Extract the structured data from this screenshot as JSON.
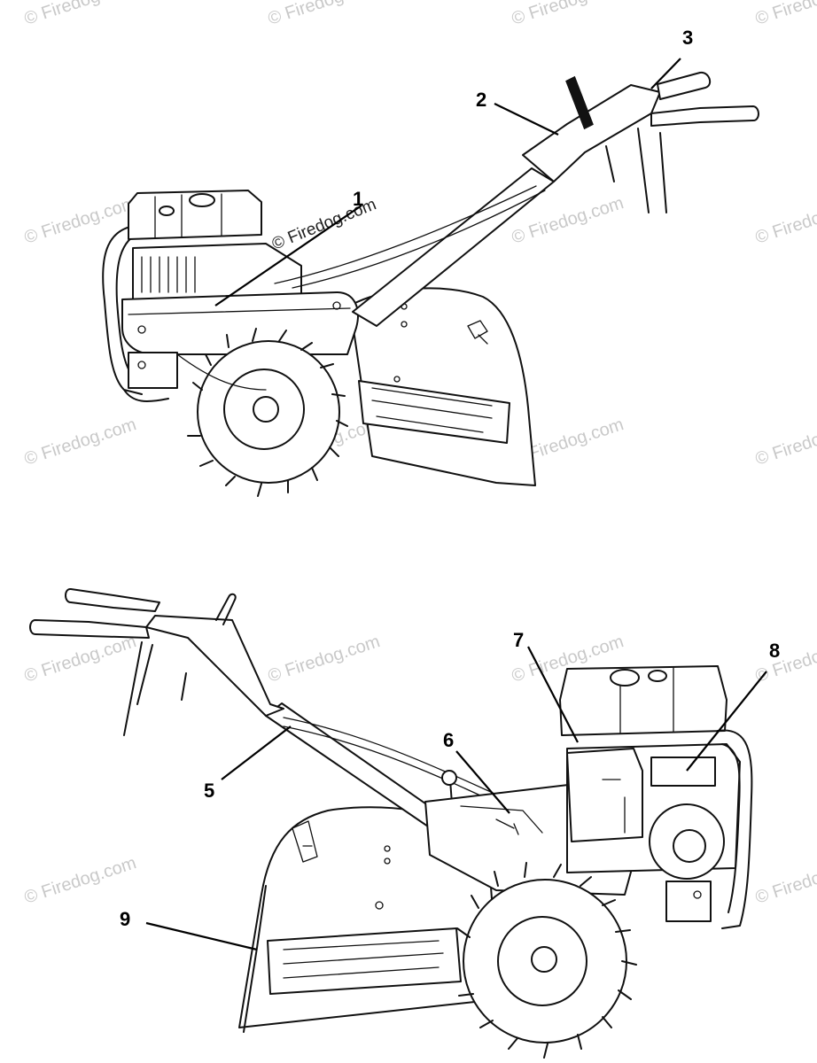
{
  "watermark": {
    "text": "© Firedog.com"
  },
  "callouts": [
    {
      "id": "c1",
      "label": "1"
    },
    {
      "id": "c2",
      "label": "2"
    },
    {
      "id": "c3",
      "label": "3"
    },
    {
      "id": "c5",
      "label": "5"
    },
    {
      "id": "c6",
      "label": "6"
    },
    {
      "id": "c7",
      "label": "7"
    },
    {
      "id": "c8",
      "label": "8"
    },
    {
      "id": "c9",
      "label": "9"
    }
  ],
  "icons": {
    "top_view": "rear-tine-tiller-left-side-illustration",
    "bottom_view": "rear-tine-tiller-right-side-illustration"
  }
}
